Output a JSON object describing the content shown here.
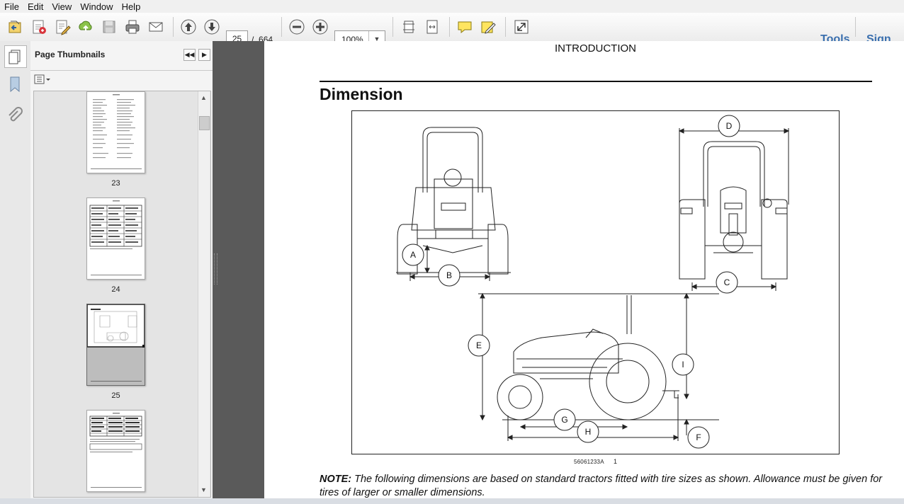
{
  "menu": [
    "File",
    "Edit",
    "View",
    "Window",
    "Help"
  ],
  "toolbar": {
    "icons": [
      "open-icon",
      "create-pdf-icon",
      "edit-icon",
      "upload-icon",
      "save-icon",
      "print-icon",
      "email-icon",
      "prev-page-icon",
      "next-page-icon",
      "zoom-out-icon",
      "zoom-in-icon",
      "fit-page-icon",
      "fit-width-icon",
      "comment-icon",
      "highlight-icon",
      "expand-icon"
    ],
    "page_current": "25",
    "page_sep": "/",
    "page_total": "664",
    "zoom": "100%",
    "tools_label": "Tools",
    "sign_label": "Sign"
  },
  "panel": {
    "title": "Page Thumbnails",
    "thumbs": [
      {
        "label": "23",
        "selected": false
      },
      {
        "label": "24",
        "selected": false
      },
      {
        "label": "25",
        "selected": true
      },
      {
        "label": "",
        "selected": false
      }
    ]
  },
  "document": {
    "header": "INTRODUCTION",
    "title": "Dimension",
    "figure_caption": "56061233A",
    "figure_number": "1",
    "figure_labels": [
      "A",
      "B",
      "C",
      "D",
      "E",
      "F",
      "G",
      "H",
      "I"
    ],
    "note_bold": "NOTE:",
    "note_text": " The following dimensions are based on standard tractors fitted with tire sizes as shown.  Allowance must be given for tires of larger or smaller dimensions."
  }
}
